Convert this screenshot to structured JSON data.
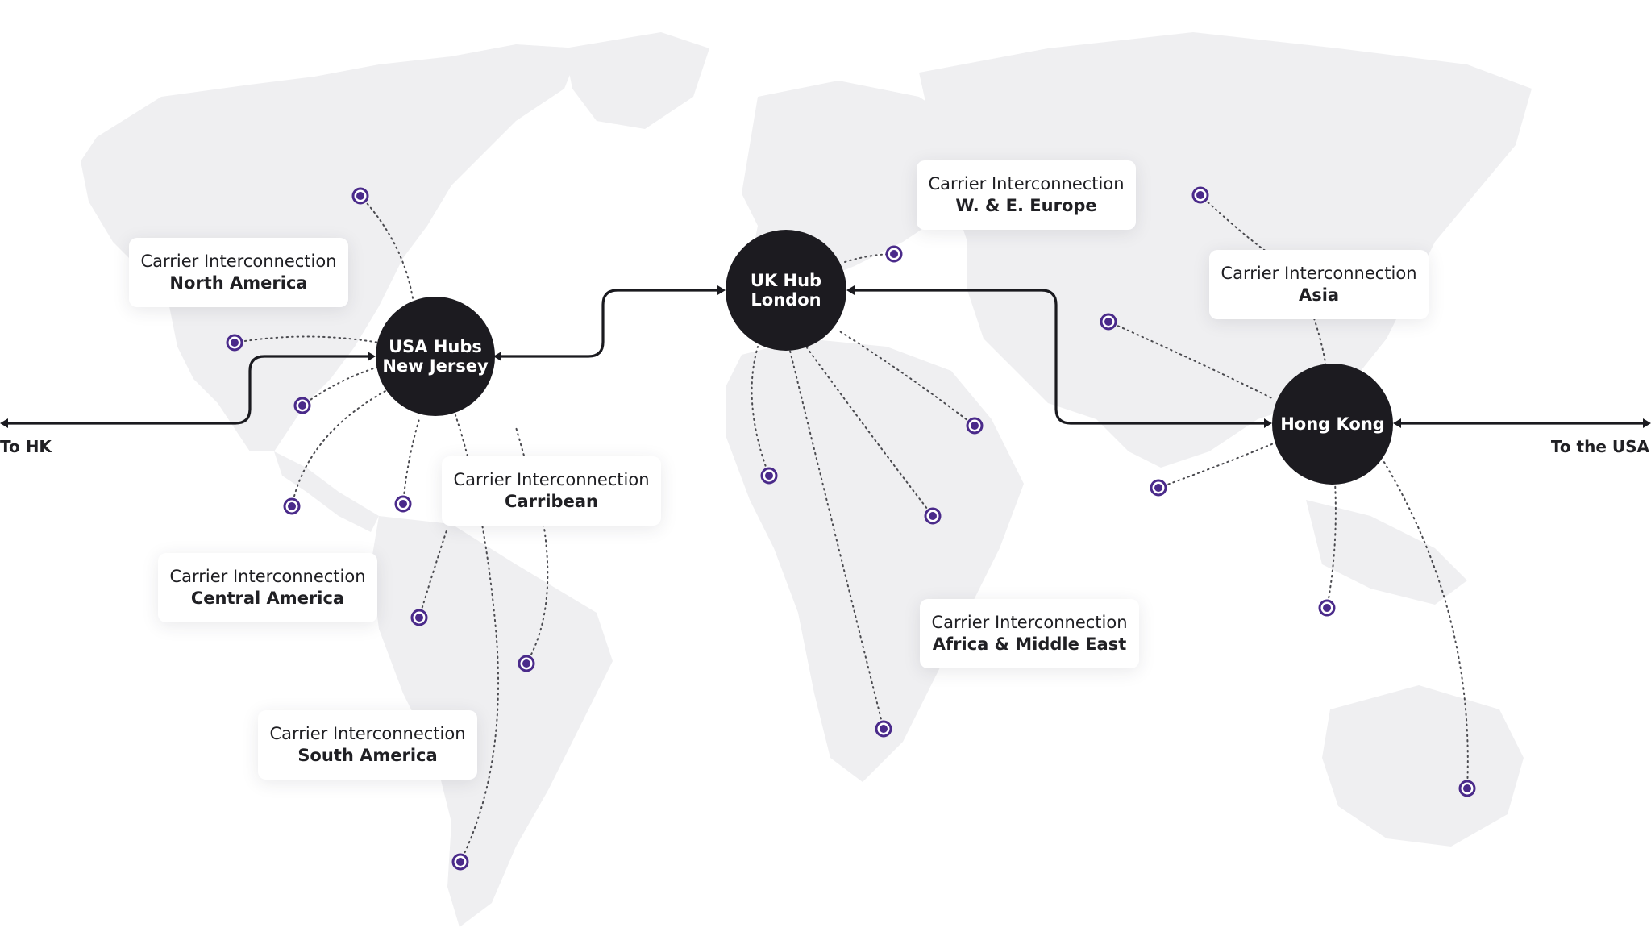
{
  "hubs": {
    "usa": {
      "line1": "USA Hubs",
      "line2": "New Jersey"
    },
    "uk": {
      "line1": "UK Hub",
      "line2": "London"
    },
    "hk": {
      "line1": "Hong Kong"
    }
  },
  "regions": {
    "north_america": {
      "prefix": "Carrier Interconnection",
      "name": "North America"
    },
    "europe": {
      "prefix": "Carrier Interconnection",
      "name": "W. & E. Europe"
    },
    "asia": {
      "prefix": "Carrier Interconnection",
      "name": "Asia"
    },
    "caribbean": {
      "prefix": "Carrier Interconnection",
      "name": "Carribean"
    },
    "central_america": {
      "prefix": "Carrier Interconnection",
      "name": "Central America"
    },
    "africa_me": {
      "prefix": "Carrier Interconnection",
      "name": "Africa & Middle East"
    },
    "south_america": {
      "prefix": "Carrier Interconnection",
      "name": "South America"
    }
  },
  "edges": {
    "left": "To HK",
    "right": "To the USA"
  },
  "colors": {
    "hub": "#1c1b20",
    "land": "#efeff1",
    "point": "#4a2a8a",
    "line": "#1a1a1f"
  }
}
